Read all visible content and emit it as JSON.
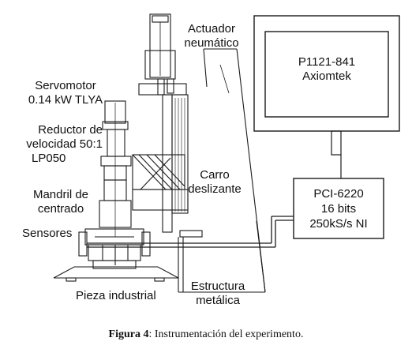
{
  "labels": {
    "actuador": [
      "Actuador",
      "neumático"
    ],
    "servomotor": [
      "Servomotor",
      "0.14 kW TLYA"
    ],
    "reductor": [
      "Reductor de",
      "velocidad  50:1",
      "LP050"
    ],
    "mandril": [
      "Mandril de",
      "centrado"
    ],
    "sensores": "Sensores",
    "carro": [
      "Carro",
      "deslizante"
    ],
    "pieza": "Pieza industrial",
    "estructura": [
      "Estructura",
      "metálica"
    ],
    "computer": [
      "P1121-841",
      "Axiomtek"
    ],
    "daq": [
      "PCI-6220",
      "16 bits",
      "250kS/s NI"
    ]
  },
  "caption": {
    "prefix": "Figura 4",
    "text": ": Instrumentación del experimento."
  }
}
